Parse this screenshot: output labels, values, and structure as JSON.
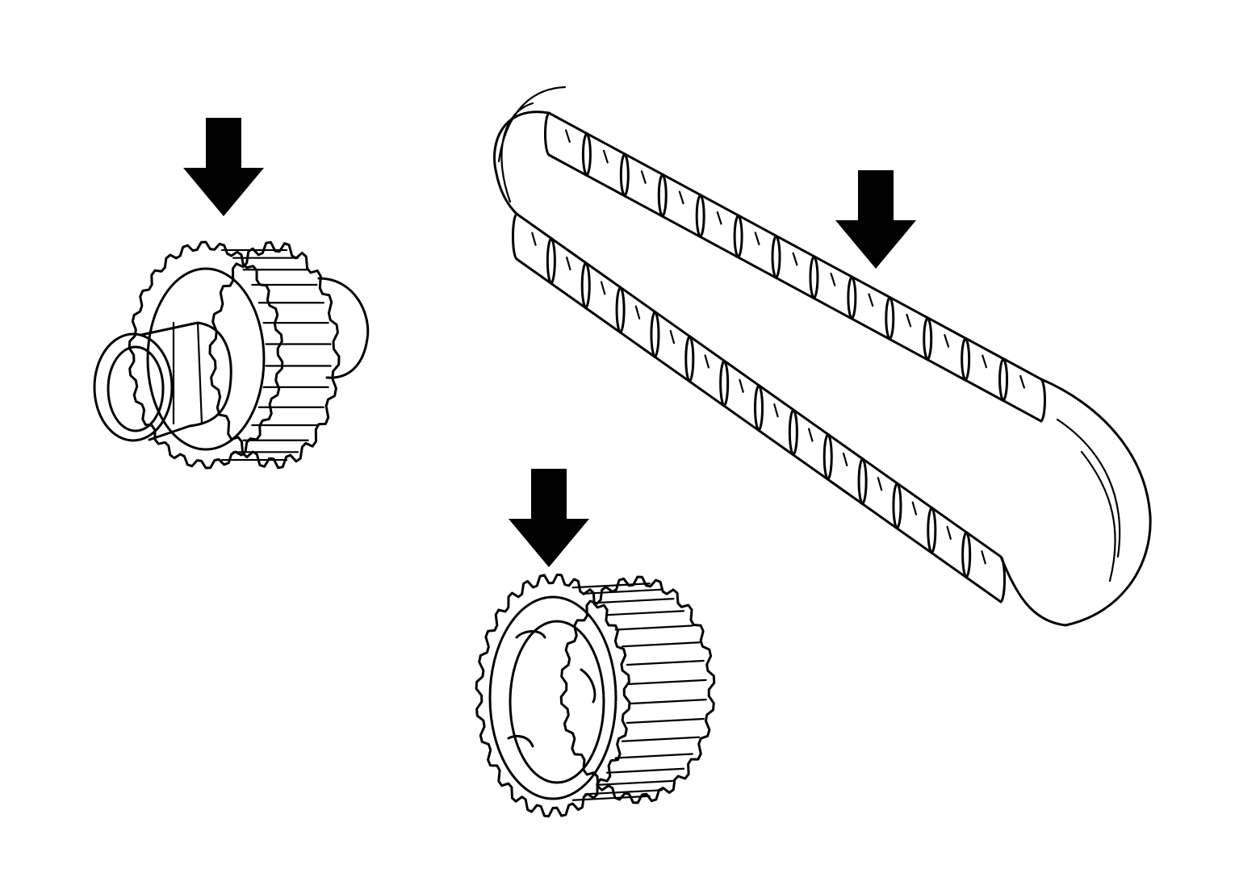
{
  "figure": {
    "background": "#ffffff",
    "ink_color": "#000000",
    "components": [
      {
        "name": "drive-sprocket",
        "icon": "gear-with-hub-icon",
        "marked": true
      },
      {
        "name": "drive-chain",
        "icon": "chain-loop-icon",
        "marked": true
      },
      {
        "name": "driven-sprocket",
        "icon": "gear-icon",
        "marked": true
      }
    ],
    "indicator_icon": "down-arrow-icon",
    "indicator_count": 3
  }
}
